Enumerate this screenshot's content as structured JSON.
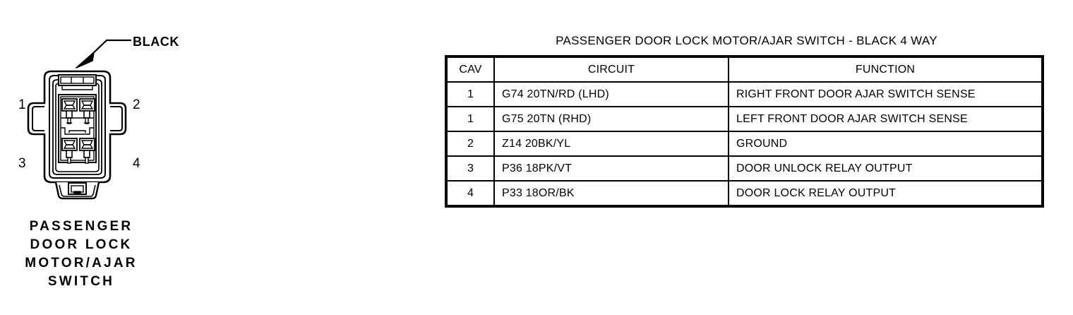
{
  "connector": {
    "color_label": "BLACK",
    "cavity_labels": [
      "1",
      "2",
      "3",
      "4"
    ],
    "caption_lines": [
      "PASSENGER",
      "DOOR LOCK",
      "MOTOR/AJAR",
      "SWITCH"
    ],
    "line_color": "#000000",
    "fill_color": "#ffffff"
  },
  "table": {
    "title": "PASSENGER DOOR LOCK MOTOR/AJAR SWITCH - BLACK 4 WAY",
    "headers": {
      "cav": "CAV",
      "circuit": "CIRCUIT",
      "function": "FUNCTION"
    },
    "rows": [
      {
        "cav": "1",
        "circuit": "G74  20TN/RD  (LHD)",
        "function": "RIGHT FRONT DOOR AJAR SWITCH SENSE"
      },
      {
        "cav": "1",
        "circuit": "G75  20TN  (RHD)",
        "function": "LEFT FRONT DOOR AJAR SWITCH SENSE"
      },
      {
        "cav": "2",
        "circuit": "Z14  20BK/YL",
        "function": "GROUND"
      },
      {
        "cav": "3",
        "circuit": "P36  18PK/VT",
        "function": "DOOR UNLOCK RELAY OUTPUT"
      },
      {
        "cav": "4",
        "circuit": "P33  18OR/BK",
        "function": "DOOR LOCK RELAY OUTPUT"
      }
    ],
    "border_color": "#000000"
  }
}
